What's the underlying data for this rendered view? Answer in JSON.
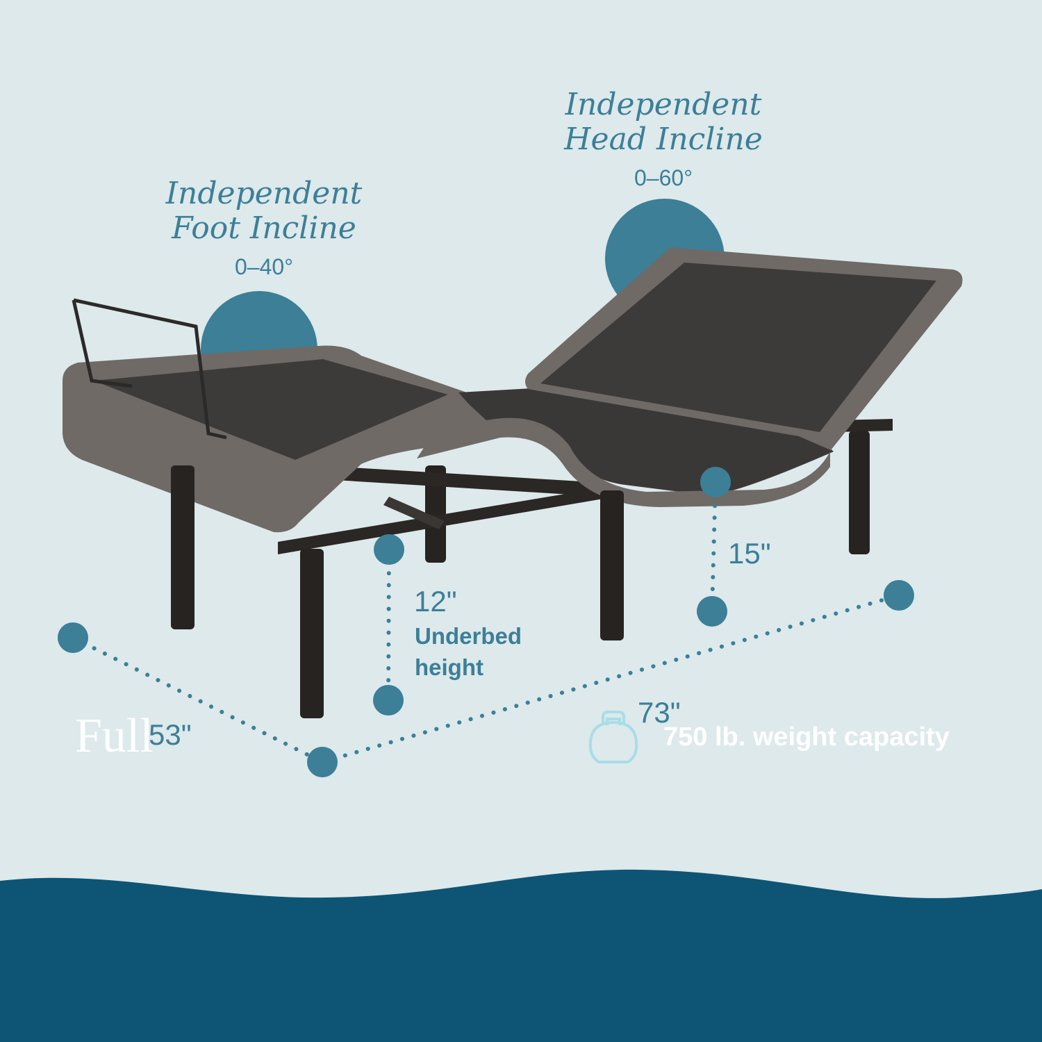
{
  "colors": {
    "background": "#dde9eb",
    "accent": "#3c7f97",
    "footer": "#0e5575",
    "frame_fabric": "#6f6a66",
    "deck": "#3d3b3a",
    "legs": "#262321"
  },
  "foot_incline": {
    "title_line1": "Independent",
    "title_line2": "Foot Incline",
    "range": "0–40°"
  },
  "head_incline": {
    "title_line1": "Independent",
    "title_line2": "Head Incline",
    "range": "0–60°"
  },
  "dimensions": {
    "width": "53\"",
    "length": "73\"",
    "height": "15\"",
    "underbed_height": "12\"",
    "underbed_label_line1": "Underbed",
    "underbed_label_line2": "height"
  },
  "footer": {
    "size": "Full",
    "capacity": "750 lb. weight capacity",
    "icon": "kettlebell-icon"
  }
}
